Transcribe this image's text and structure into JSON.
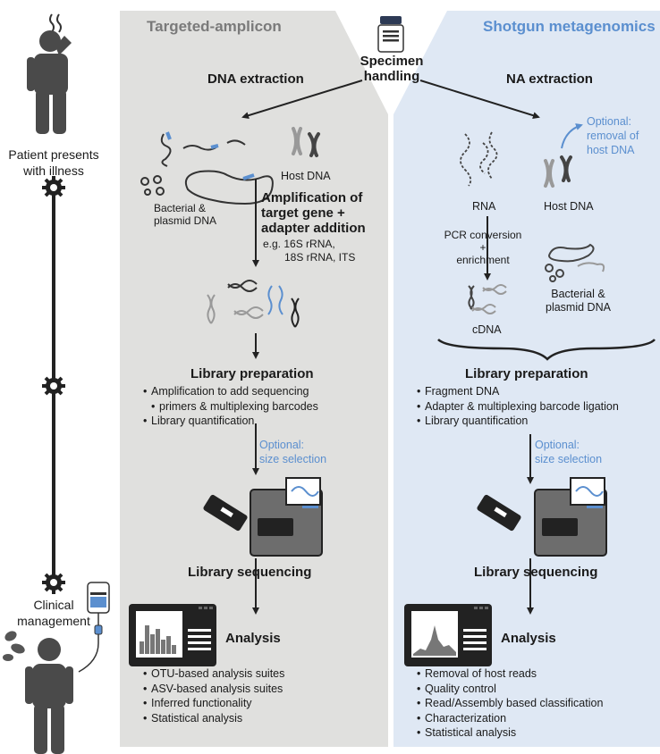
{
  "colors": {
    "left_panel": "#e0e0de",
    "right_panel": "#dfe8f4",
    "accent_blue": "#5b8fcf",
    "dark": "#2b2b2b",
    "person_gray": "#4a4a4a"
  },
  "center": {
    "specimen_line1": "Specimen",
    "specimen_line2": "handling"
  },
  "timeline": {
    "patient_line1": "Patient presents",
    "patient_line2": "with illness",
    "clinical_line1": "Clinical",
    "clinical_line2": "management"
  },
  "left": {
    "title": "Targeted-amplicon",
    "extraction": "DNA extraction",
    "host_dna": "Host DNA",
    "bacterial_line1": "Bacterial &",
    "bacterial_line2": "plasmid DNA",
    "amp_line1": "Amplification of",
    "amp_line2": "target gene +",
    "amp_line3": "adapter addition",
    "eg_line1": "e.g. 16S rRNA,",
    "eg_line2": "18S rRNA, ITS",
    "libprep_title": "Library preparation",
    "libprep_items": [
      "Amplification to add sequencing",
      "primers & multiplexing barcodes",
      "Library quantification"
    ],
    "optional_line1": "Optional:",
    "optional_line2": "size selection",
    "seq_title": "Library sequencing",
    "analysis_title": "Analysis",
    "analysis_items": [
      "OTU-based analysis suites",
      "ASV-based analysis suites",
      "Inferred functionality",
      "Statistical analysis"
    ]
  },
  "right": {
    "title": "Shotgun metagenomics",
    "extraction": "NA extraction",
    "optional_host_line1": "Optional:",
    "optional_host_line2": "removal of",
    "optional_host_line3": "host DNA",
    "rna": "RNA",
    "host_dna": "Host DNA",
    "pcr_line1": "PCR conversion",
    "pcr_line2": "+",
    "pcr_line3": "enrichment",
    "cdna": "cDNA",
    "bacterial_line1": "Bacterial &",
    "bacterial_line2": "plasmid DNA",
    "libprep_title": "Library preparation",
    "libprep_items": [
      "Fragment DNA",
      "Adapter & multiplexing barcode ligation",
      "Library quantification"
    ],
    "optional_line1": "Optional:",
    "optional_line2": "size selection",
    "seq_title": "Library sequencing",
    "analysis_title": "Analysis",
    "analysis_items": [
      "Removal of host reads",
      "Quality control",
      "Read/Assembly based classification",
      "Characterization",
      "Statistical analysis"
    ]
  }
}
